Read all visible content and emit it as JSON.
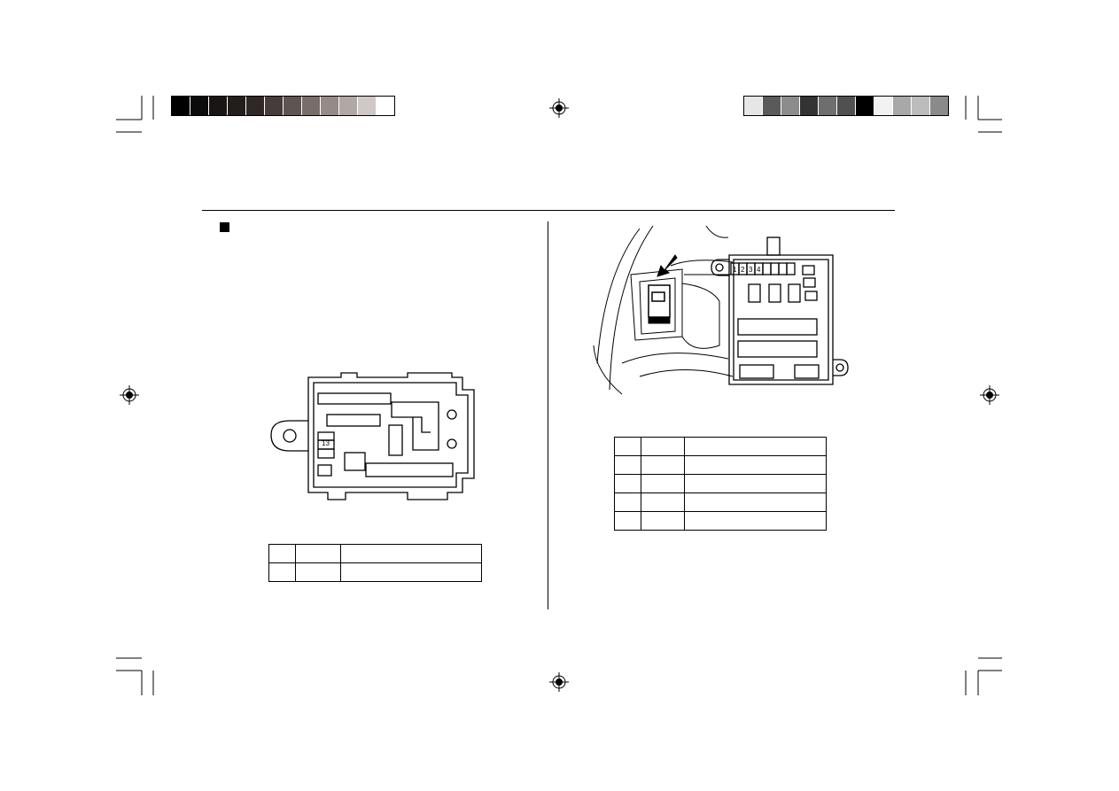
{
  "calibration_bars": {
    "left_shades": [
      "#000000",
      "#0b0b0b",
      "#181512",
      "#231e1b",
      "#2f2826",
      "#463d3a",
      "#5e5451",
      "#786d69",
      "#958a87",
      "#b1a7a4",
      "#cfc8c6",
      "#ffffff"
    ],
    "right_shades": [
      "#e6e6e6",
      "#5a5a5a",
      "#8c8c8c",
      "#333333",
      "#6e6e6e",
      "#505050",
      "#000000",
      "#f2f2f2",
      "#a8a8a8",
      "#bcbcbc",
      "#8a8a8a"
    ]
  },
  "left_panel": {
    "section_marker": "■",
    "fuse_box_labels": [
      "13"
    ],
    "table_rows": [
      [
        "",
        "",
        ""
      ],
      [
        "",
        "",
        ""
      ]
    ]
  },
  "right_panel": {
    "fuse_numbers": [
      "1",
      "2",
      "3",
      "4"
    ],
    "table_rows": [
      [
        "",
        "",
        ""
      ],
      [
        "",
        "",
        ""
      ],
      [
        "",
        "",
        ""
      ],
      [
        "",
        "",
        ""
      ],
      [
        "",
        "",
        ""
      ]
    ]
  }
}
